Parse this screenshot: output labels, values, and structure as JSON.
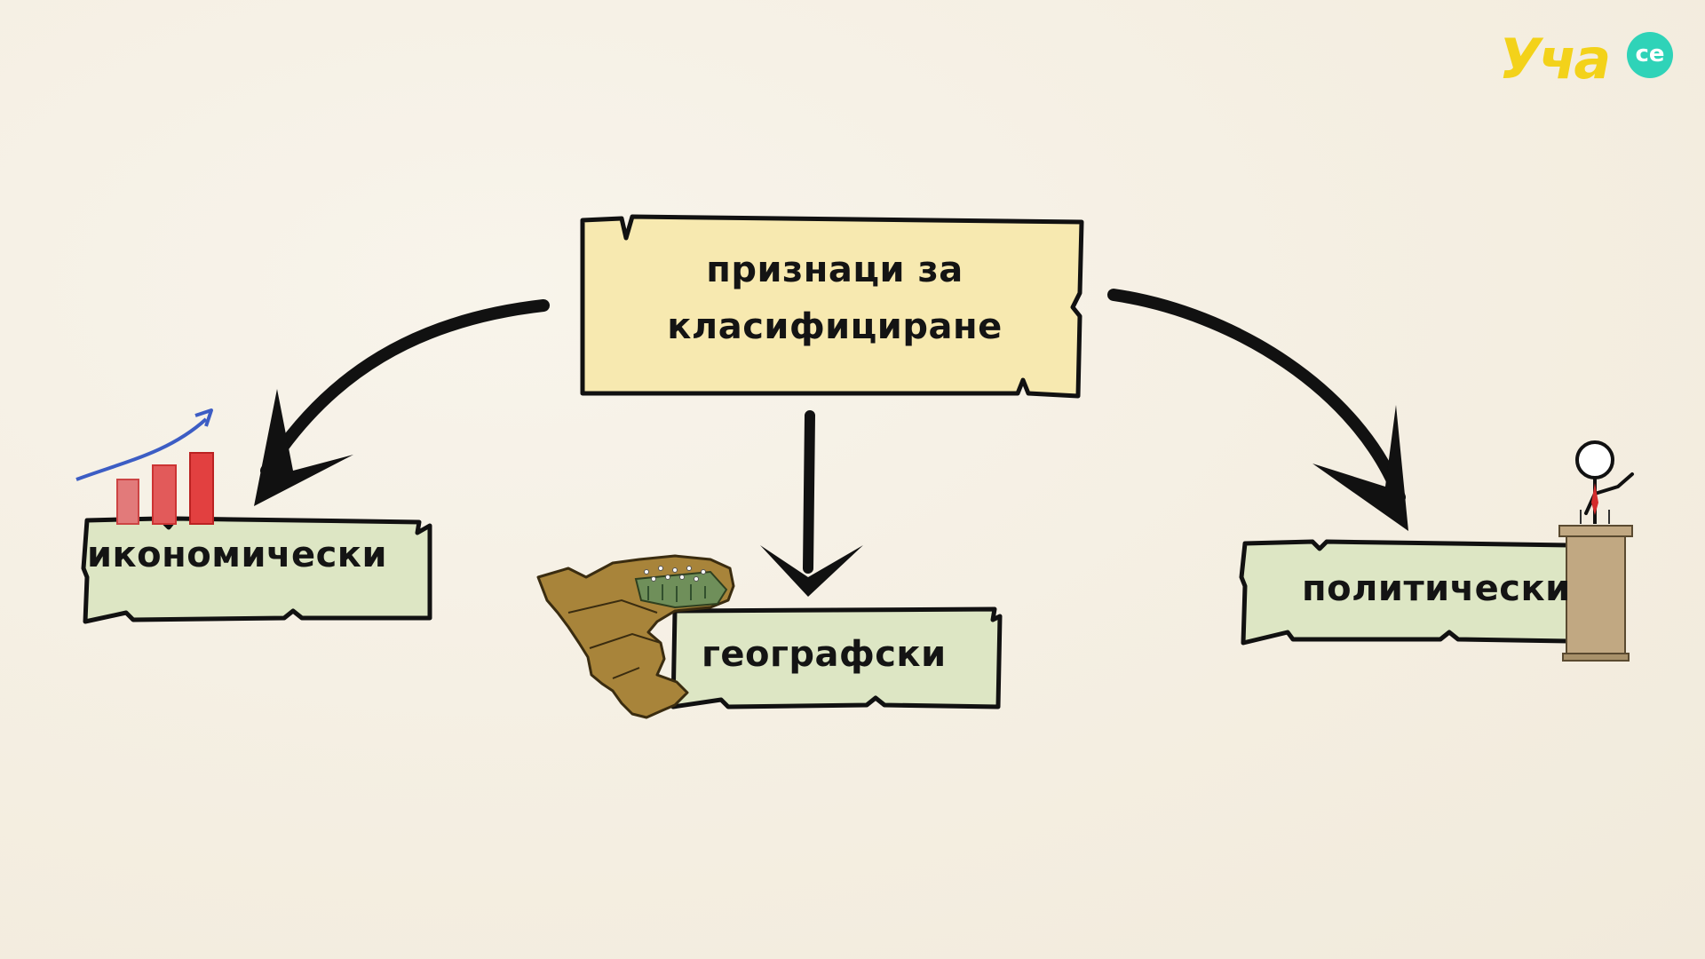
{
  "logo": {
    "text": "Уча",
    "badge": "се",
    "colors": {
      "text": "#f3d21a",
      "badge": "#2fd3b8"
    }
  },
  "center_node": {
    "text": "признаци за класифициране"
  },
  "nodes": [
    {
      "id": "economic",
      "text": "икономически",
      "icon": "bar-chart-growth-icon"
    },
    {
      "id": "geographic",
      "text": "географски",
      "icon": "region-map-icon"
    },
    {
      "id": "political",
      "text": "политически",
      "icon": "speaker-podium-icon"
    }
  ],
  "colors": {
    "background": "#f6f1e6",
    "main_box": "#f7e9b0",
    "child_box": "#dde6c4",
    "stroke": "#111111",
    "bar": "#e24c4c",
    "trend_arrow": "#3c5dc4",
    "map": "#a8843a",
    "podium": "#c1a882"
  }
}
